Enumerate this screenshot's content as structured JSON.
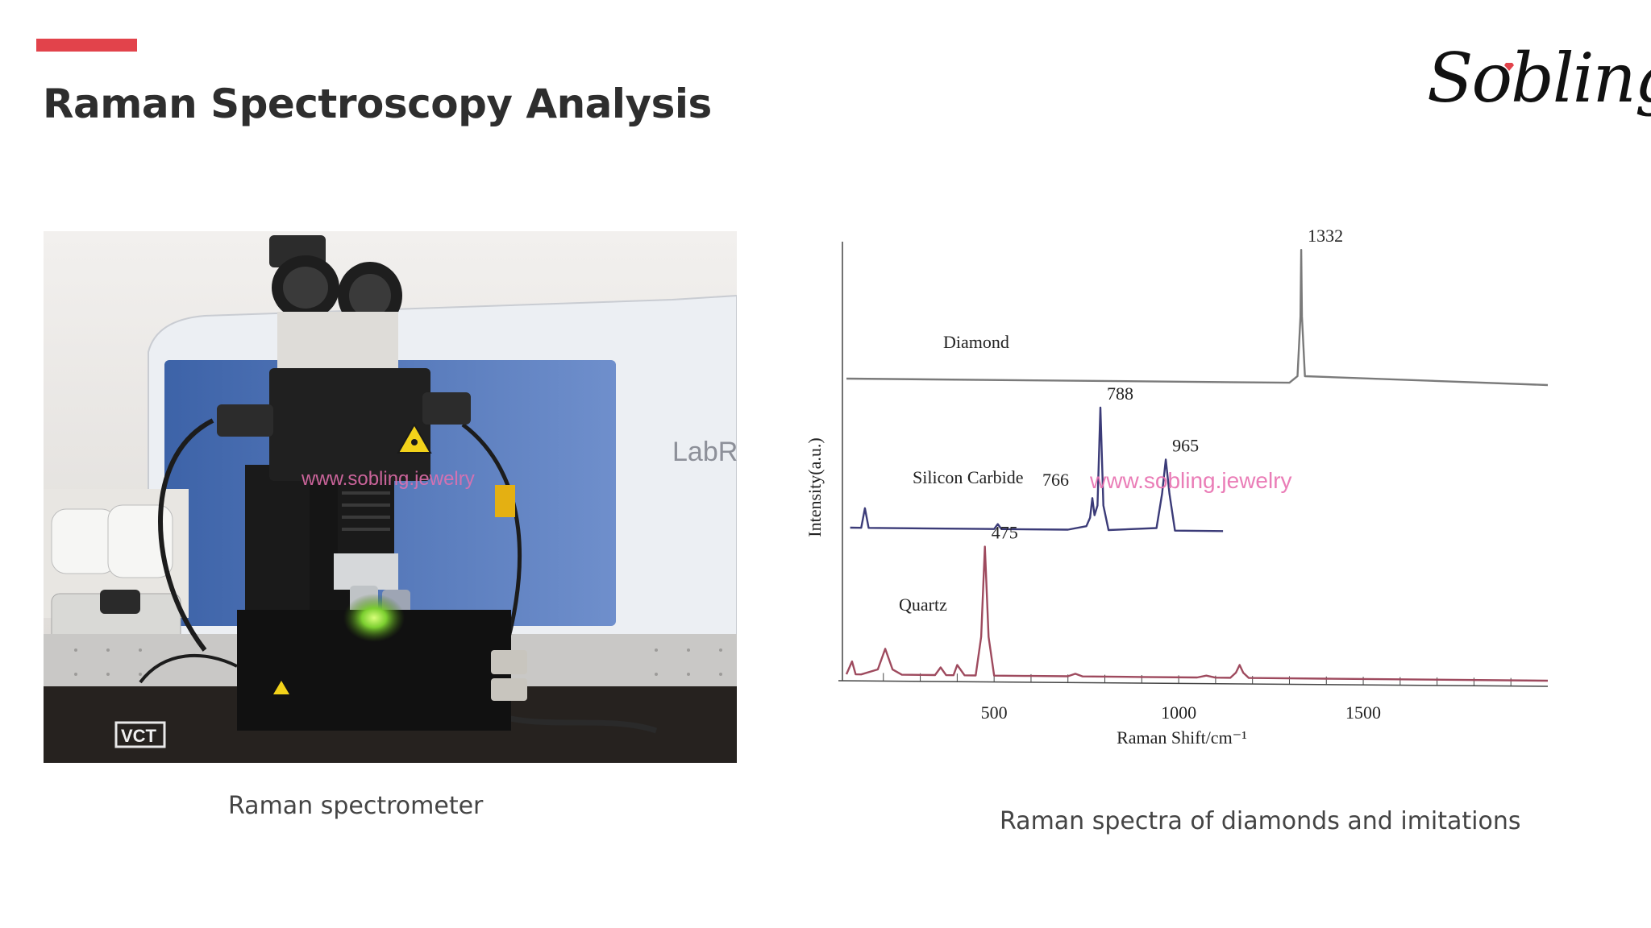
{
  "slide": {
    "title": "Raman Spectroscopy Analysis",
    "accent_color": "#e2434b",
    "logo_text": "Sobling"
  },
  "photo": {
    "caption": "Raman spectrometer",
    "brand_label": "LabRA",
    "base_label": "VCT",
    "watermark": "www.sobling.jewelry",
    "icon": "raman-spectrometer-photo"
  },
  "chart_caption": "Raman spectra of diamonds and imitations",
  "chart_data": {
    "type": "line",
    "xlabel": "Raman Shift/cm⁻¹",
    "ylabel": "Intensity(a.u.)",
    "xlim": [
      100,
      2000
    ],
    "x_ticks": [
      500,
      1000,
      1500
    ],
    "grid": false,
    "legend": "none",
    "watermark": "www.sobling.jewelry",
    "series": [
      {
        "name": "Diamond",
        "color": "#7a7a7a",
        "x": [
          100,
          1300,
          1322,
          1330,
          1332,
          1334,
          1342,
          2000
        ],
        "y": [
          0.0,
          0.0,
          0.05,
          0.5,
          1.0,
          0.5,
          0.05,
          0.0
        ],
        "peak_labels": [
          "1332"
        ]
      },
      {
        "name": "Silicon Carbide",
        "color": "#3b3b78",
        "x": [
          110,
          140,
          150,
          160,
          500,
          510,
          520,
          700,
          750,
          760,
          766,
          772,
          780,
          788,
          796,
          810,
          940,
          955,
          965,
          975,
          990,
          1120
        ],
        "y": [
          0.0,
          0.0,
          0.16,
          0.0,
          0.0,
          0.04,
          0.0,
          0.0,
          0.03,
          0.1,
          0.26,
          0.12,
          0.2,
          1.0,
          0.2,
          0.0,
          0.02,
          0.3,
          0.58,
          0.3,
          0.0,
          0.0
        ],
        "peak_labels": [
          "766",
          "788",
          "965"
        ]
      },
      {
        "name": "Quartz",
        "color": "#9e4a5e",
        "x": [
          100,
          115,
          125,
          140,
          185,
          205,
          225,
          250,
          300,
          340,
          355,
          370,
          390,
          400,
          420,
          450,
          465,
          475,
          485,
          500,
          600,
          700,
          720,
          740,
          900,
          1050,
          1075,
          1100,
          1140,
          1155,
          1165,
          1175,
          1190,
          1400,
          2000
        ],
        "y": [
          0.0,
          0.1,
          0.0,
          0.0,
          0.04,
          0.2,
          0.04,
          0.0,
          0.0,
          0.0,
          0.06,
          0.0,
          0.0,
          0.08,
          0.0,
          0.0,
          0.3,
          1.0,
          0.3,
          0.0,
          0.0,
          0.0,
          0.02,
          0.0,
          0.0,
          0.0,
          0.015,
          0.0,
          0.0,
          0.04,
          0.1,
          0.04,
          0.0,
          0.0,
          0.0
        ],
        "peak_labels": [
          "475"
        ]
      }
    ]
  }
}
